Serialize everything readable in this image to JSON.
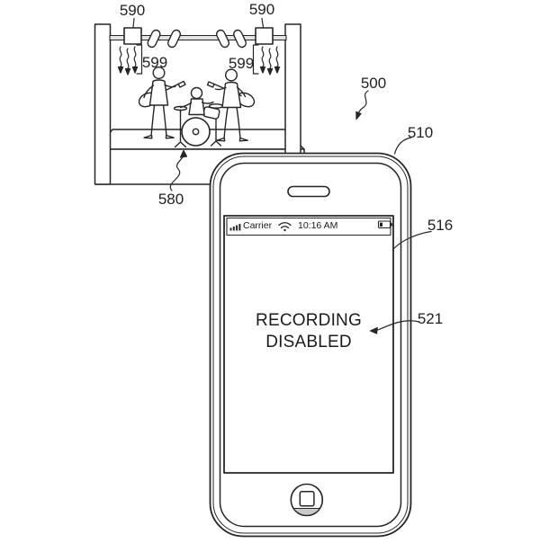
{
  "figure": {
    "reference_labels": {
      "system": "500",
      "device": "510",
      "display": "516",
      "message": "521",
      "stage": "580",
      "emitter_left": "590",
      "emitter_right": "590",
      "signal_left": "599",
      "signal_right": "599"
    },
    "phone": {
      "status_bar": {
        "carrier": "Carrier",
        "time": "10:16 AM",
        "icons": {
          "signal": "signal-bars-icon",
          "wifi": "wifi-icon",
          "battery": "battery-icon"
        }
      },
      "screen_message": {
        "line1": "RECORDING",
        "line2": "DISABLED"
      },
      "hardware_icons": {
        "earpiece": "earpiece-speaker-icon",
        "home": "home-button-icon"
      }
    },
    "colors": {
      "ink": "#262626",
      "paper": "#ffffff",
      "home_button_shade": "#c9c9c9",
      "truss_bar_fill": "#e3e3e3"
    }
  }
}
